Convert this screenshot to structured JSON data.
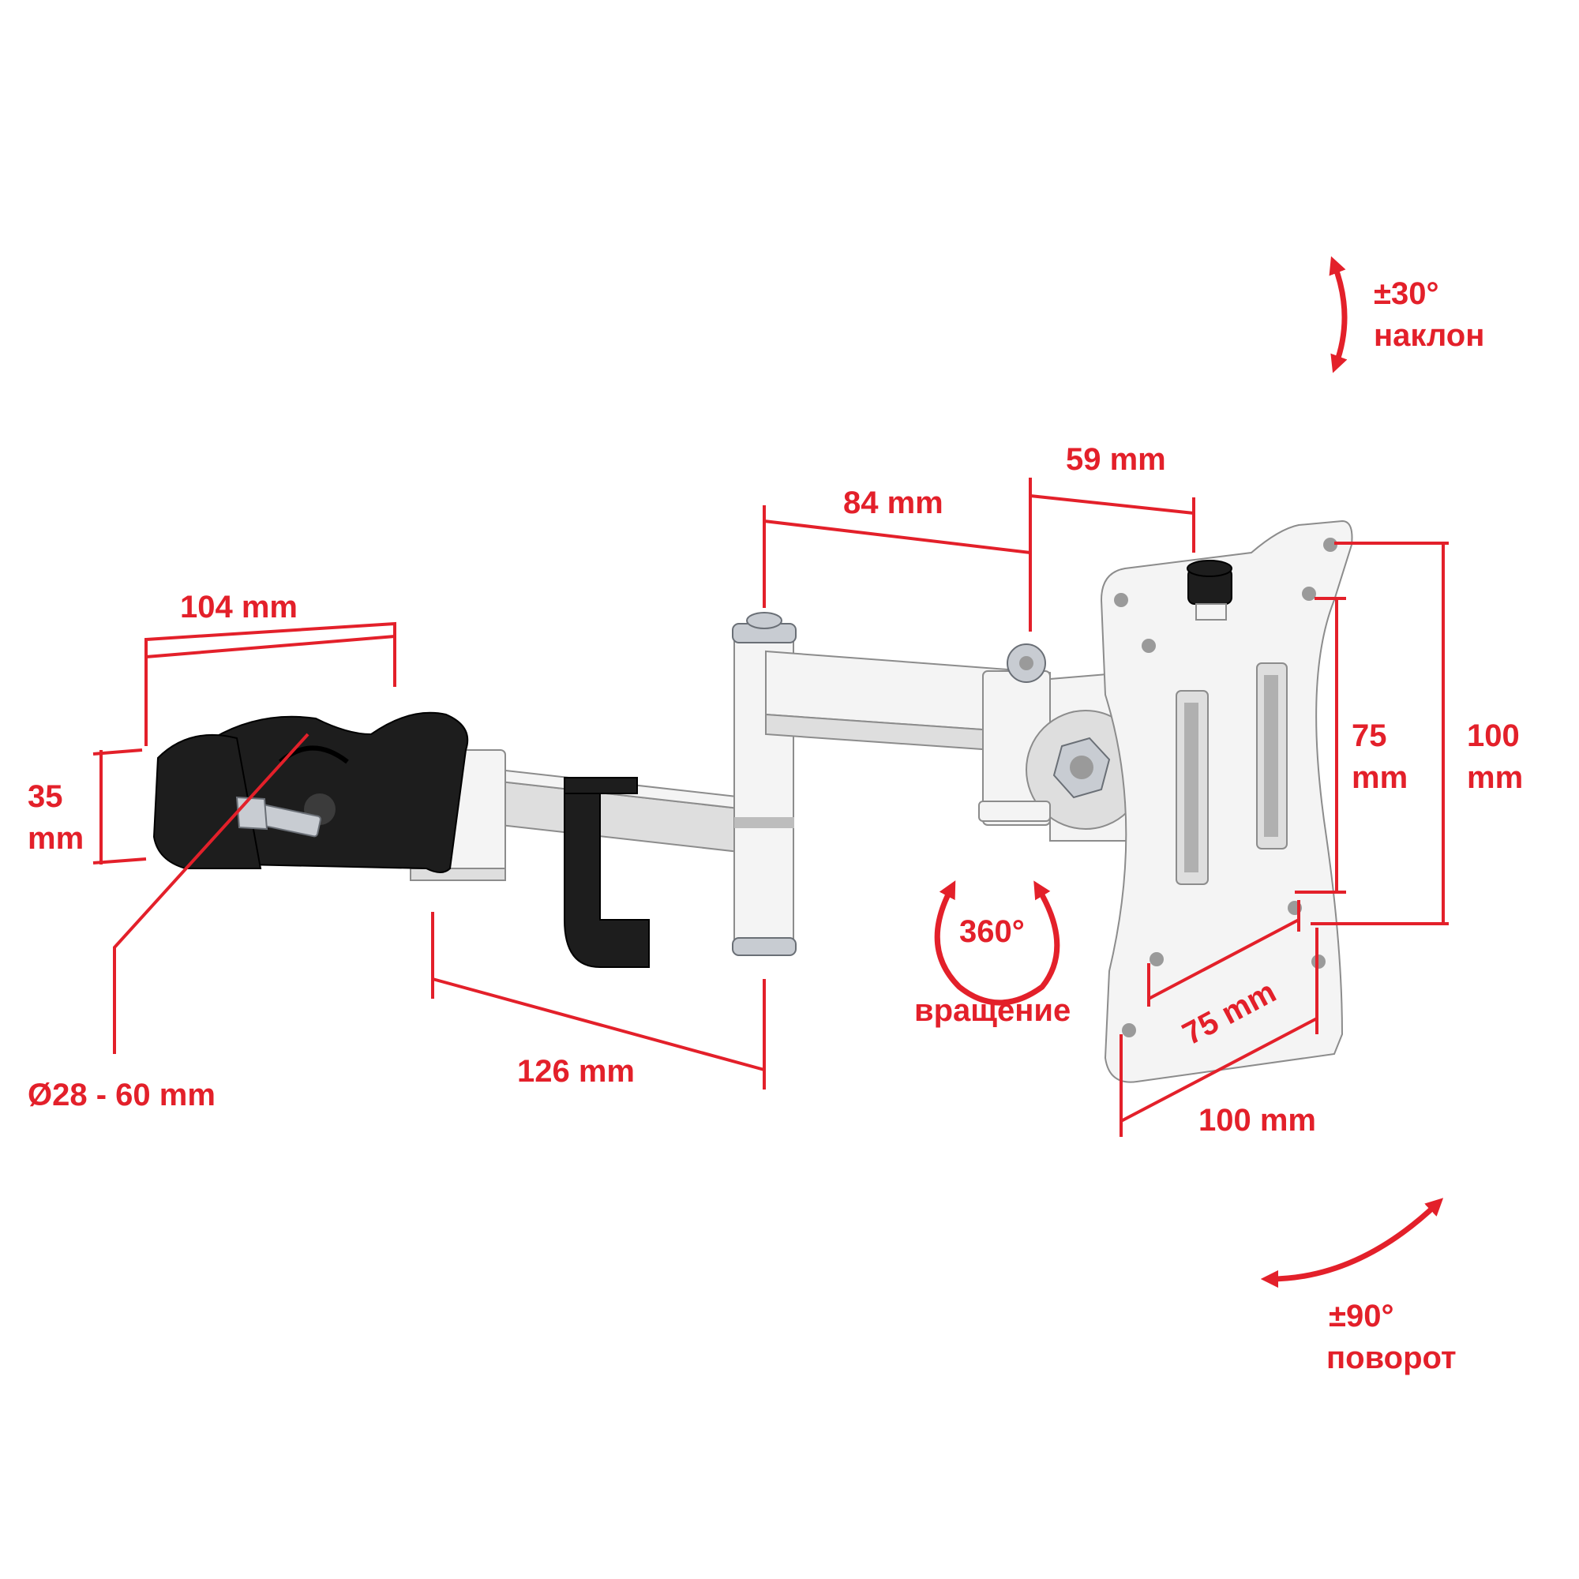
{
  "labels": {
    "clamp_width": "104 mm",
    "clamp_height_value": "35",
    "clamp_height_unit": "mm",
    "pole_diameter": "Ø28 - 60 mm",
    "arm1_length": "126 mm",
    "arm2_length": "84 mm",
    "head_depth": "59 mm",
    "vesa_v_inner_value": "75",
    "vesa_v_inner_unit": "mm",
    "vesa_v_outer_value": "100",
    "vesa_v_outer_unit": "mm",
    "vesa_h_inner": "75 mm",
    "vesa_h_outer": "100 mm",
    "tilt_angle": "±30°",
    "tilt_label": "наклон",
    "rotation_angle": "360°",
    "rotation_label": "вращение",
    "swivel_angle": "±90°",
    "swivel_label": "поворот"
  },
  "colors": {
    "annotation": "#e3202a",
    "bracket": "#f4f4f4",
    "clamp": "#1d1d1d"
  },
  "icons": {
    "tilt": "curved-double-arrow-vertical",
    "rotation": "circular-arrows",
    "swivel": "curved-double-arrow-horizontal"
  }
}
